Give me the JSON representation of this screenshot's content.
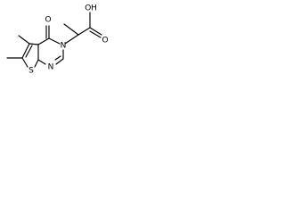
{
  "atoms": {
    "oxo_o": "O",
    "n3": "N",
    "n1": "N",
    "s": "S",
    "hydroxyl": "OH",
    "acid_o": "O"
  }
}
